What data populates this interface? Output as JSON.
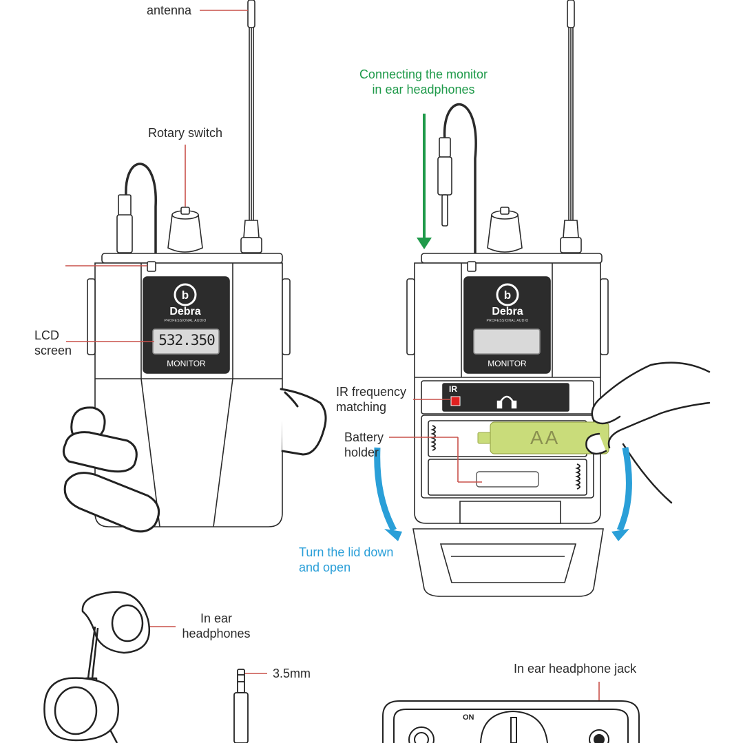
{
  "labels": {
    "antenna": "antenna",
    "rotary_switch": "Rotary switch",
    "lcd_screen": "LCD\nscreen",
    "connecting_monitor": "Connecting the monitor\nin ear headphones",
    "ir_frequency": "IR frequency\nmatching",
    "battery_holder": "Battery\nholder",
    "turn_lid": "Turn the lid down\nand open",
    "in_ear_headphones": "In ear\nheadphones",
    "jack_size": "3.5mm",
    "headphone_jack": "In ear headphone jack"
  },
  "device": {
    "brand": "Debra",
    "brand_tagline": "PROFESSIONAL AUDIO",
    "panel_label": "MONITOR",
    "lcd_reading": "532.350",
    "ir_badge": "IR",
    "battery_text": "AA",
    "power_label": "ON"
  },
  "colors": {
    "outline": "#2a2a2a",
    "leader": "#c8504a",
    "green_arrow": "#1f9a4a",
    "blue_arrow": "#2a9fd8",
    "battery": "#c9dc7a",
    "ir_led": "#e02020"
  }
}
